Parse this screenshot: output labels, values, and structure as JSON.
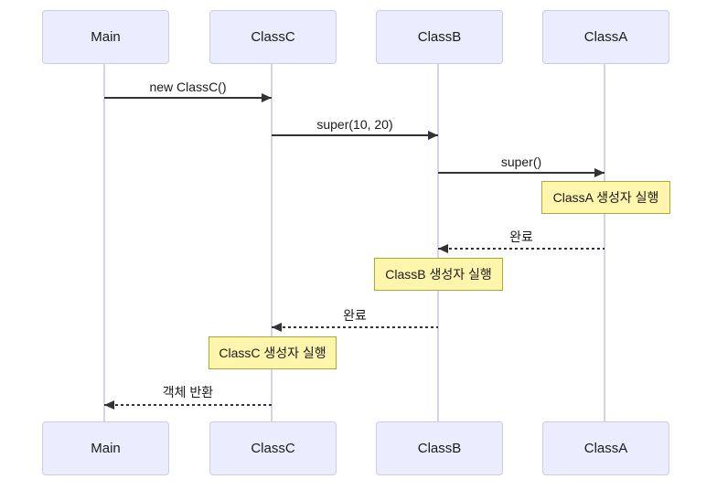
{
  "diagram": {
    "type": "sequence",
    "actors": [
      {
        "name": "Main"
      },
      {
        "name": "ClassC"
      },
      {
        "name": "ClassB"
      },
      {
        "name": "ClassA"
      }
    ],
    "messages": [
      {
        "label": "new ClassC()",
        "from": "Main",
        "to": "ClassC",
        "line": "solid"
      },
      {
        "label": "super(10, 20)",
        "from": "ClassC",
        "to": "ClassB",
        "line": "solid"
      },
      {
        "label": "super()",
        "from": "ClassB",
        "to": "ClassA",
        "line": "solid"
      },
      {
        "label": "완료",
        "from": "ClassA",
        "to": "ClassB",
        "line": "dashed"
      },
      {
        "label": "완료",
        "from": "ClassB",
        "to": "ClassC",
        "line": "dashed"
      },
      {
        "label": "객체 반환",
        "from": "ClassC",
        "to": "Main",
        "line": "dashed"
      }
    ],
    "notes": [
      {
        "label": "ClassA 생성자 실행",
        "over": "ClassA"
      },
      {
        "label": "ClassB 생성자 실행",
        "over": "ClassB"
      },
      {
        "label": "ClassC 생성자 실행",
        "over": "ClassC"
      }
    ],
    "colors": {
      "actor_fill": "#ECECFF",
      "actor_border": "#CCCCE3",
      "note_fill": "#FFF5AD",
      "note_border": "#AAAA33",
      "lifeline": "#D8D2EC",
      "arrow": "#333333",
      "text": "#1A1A1A"
    }
  }
}
